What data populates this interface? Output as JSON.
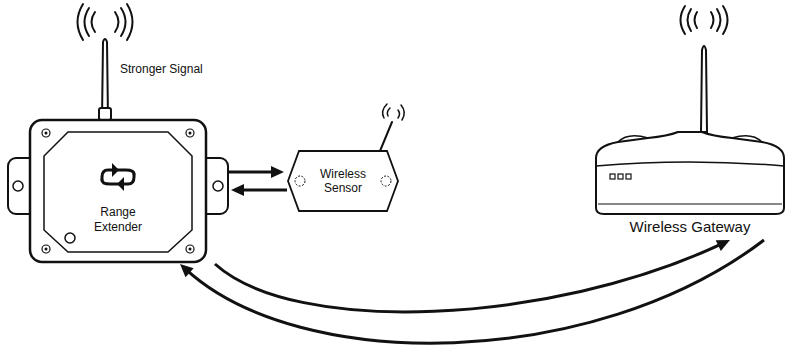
{
  "diagram": {
    "nodes": [
      {
        "text": [
          "Range Extender"
        ]
      },
      {
        "text": [
          "Wireless Sensor"
        ]
      },
      {
        "text": [
          "Wireless Gateway"
        ]
      }
    ],
    "edges": [
      {
        "from": 0,
        "to": 1,
        "arrow": "to"
      },
      {
        "from": 1,
        "to": 0,
        "arrow": "to"
      },
      {
        "from": 0,
        "to": 2,
        "arrow": "to"
      },
      {
        "from": 2,
        "to": 0,
        "arrow": "to"
      }
    ],
    "labels": [
      "Stronger Signal"
    ]
  }
}
